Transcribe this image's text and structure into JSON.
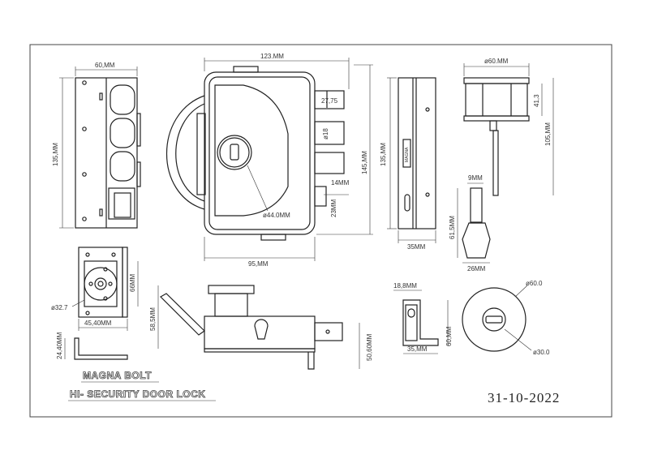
{
  "dimensions": {
    "top_left_width": "60,MM",
    "top_left_height": "135,MM",
    "main_width": "123.MM",
    "main_height": "145,MM",
    "main_bottom": "95,MM",
    "bolt_27": "27,75",
    "bolt_18": "ø18",
    "dim_14": "14MM",
    "dim_23": "23MM",
    "cyl_44": "ø44.0MM",
    "side_height": "135,MM",
    "side_width": "35MM",
    "cyl_dia60": "ø60.MM",
    "cyl_41": "41,3",
    "cyl_105": "105,MM",
    "key_9": "9MM",
    "key_61": "61,5MM",
    "key_26": "26MM",
    "plate_66": "66MM",
    "plate_32": "ø32.7",
    "plate_45": "45,40MM",
    "angle_24": "24,40MM",
    "body_58": "58,5MM",
    "body_50": "50,60MM",
    "bracket_18": "18,8MM",
    "bracket_60": "60,MM",
    "bracket_35": "35,MM",
    "round_60": "ø60.0",
    "round_30": "ø30.0"
  },
  "key_brand": "MAGNA",
  "side_label": "MAGNA",
  "title": {
    "line1": "MAGNA BOLT",
    "line2": "HI- SECURITY DOOR LOCK"
  },
  "date": "31-10-2022"
}
